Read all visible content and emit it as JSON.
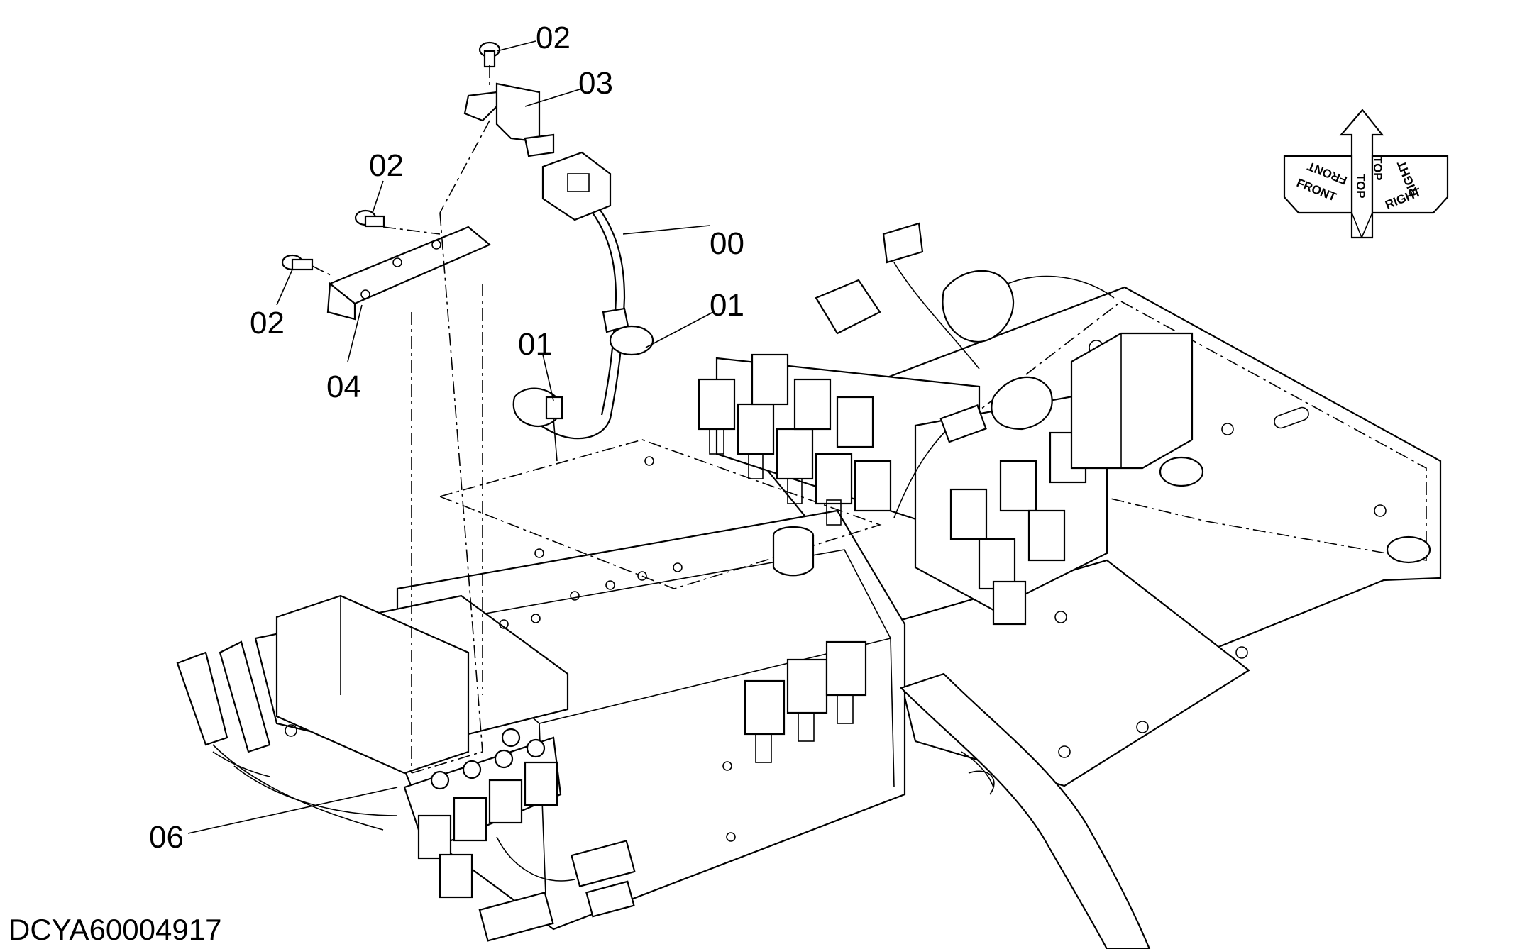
{
  "diagram": {
    "callouts": [
      {
        "id": "c02a",
        "label": "02"
      },
      {
        "id": "c03",
        "label": "03"
      },
      {
        "id": "c02b",
        "label": "02"
      },
      {
        "id": "c00",
        "label": "00"
      },
      {
        "id": "c01a",
        "label": "01"
      },
      {
        "id": "c01b",
        "label": "01"
      },
      {
        "id": "c02c",
        "label": "02"
      },
      {
        "id": "c04",
        "label": "04"
      },
      {
        "id": "c06",
        "label": "06"
      }
    ],
    "document_id": "DCYA60004917",
    "orientation": {
      "top": "TOP",
      "front": "FRONT",
      "right": "RIGHT"
    }
  }
}
